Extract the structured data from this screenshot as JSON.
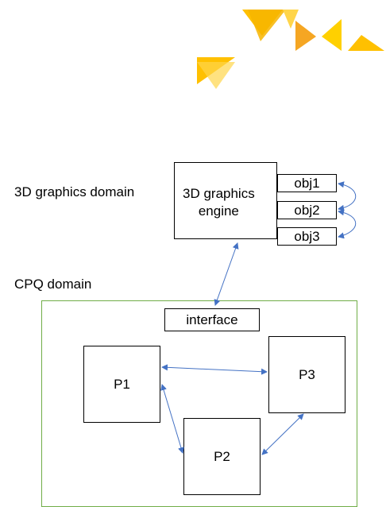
{
  "domains": {
    "graphics_label": "3D graphics domain",
    "cpq_label": "CPQ domain"
  },
  "engine": {
    "label_line1": "3D graphics",
    "label_line2": "engine"
  },
  "objects": [
    "obj1",
    "obj2",
    "obj3"
  ],
  "interface_label": "interface",
  "processes": {
    "p1": "P1",
    "p2": "P2",
    "p3": "P3"
  },
  "colors": {
    "arrow": "#4472c4",
    "cpq_border": "#70ad47",
    "logo_yellow": "#ffc000",
    "logo_orange": "#f5a623"
  }
}
